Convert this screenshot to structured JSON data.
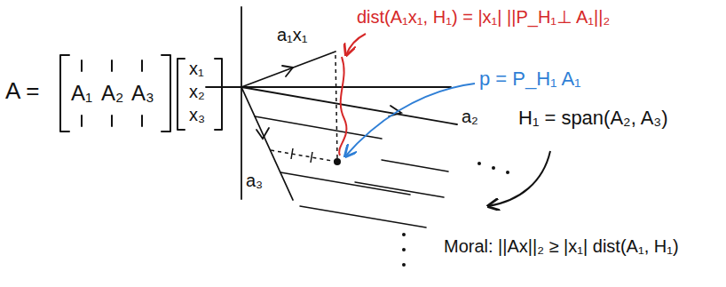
{
  "diagram": {
    "labels": [
      "A =",
      "A₁",
      "A₂",
      "A₃",
      "x₁",
      "x₂",
      "x₃",
      "a₁x₁",
      "a₂",
      "a₃",
      "dist(A₁x₁, H₁) = |x₁| ||P_H₁⊥ A₁||₂",
      "p = P_H₁ A₁",
      "H₁ = span(A₂, A₃)",
      "Moral: ||Ax||₂ ≥ |x₁| dist(A₁, H₁)"
    ]
  }
}
